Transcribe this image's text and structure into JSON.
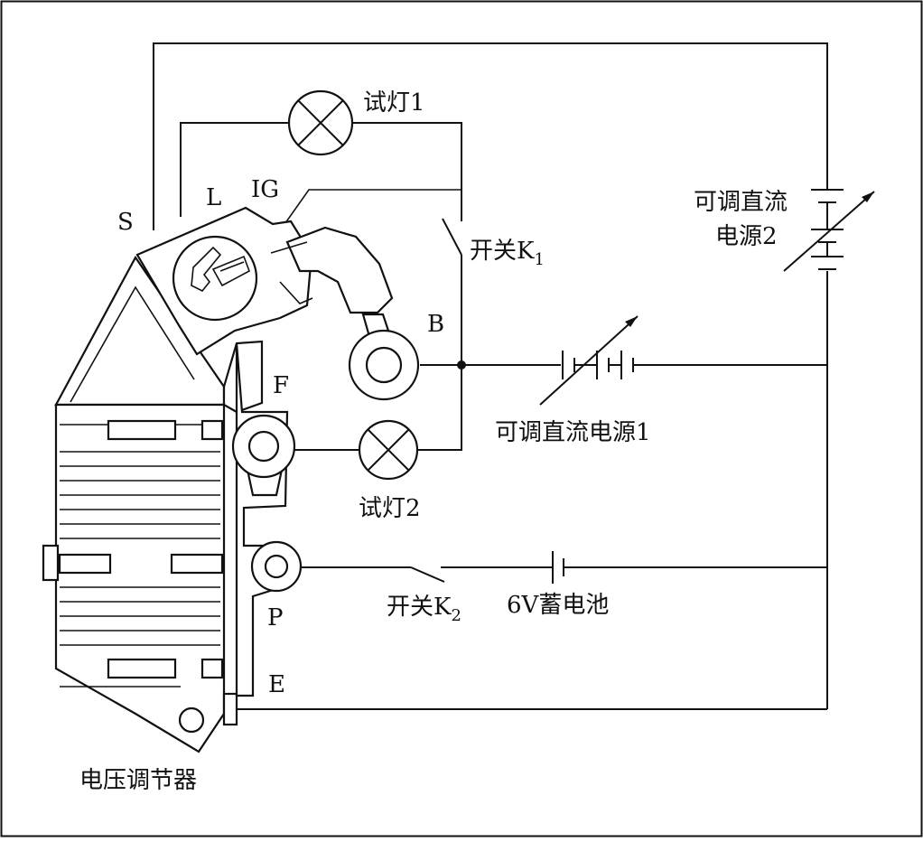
{
  "diagram": {
    "colors": {
      "line": "#111111",
      "background": "#ffffff"
    },
    "labels": {
      "lamp1": "试灯1",
      "lamp2": "试灯2",
      "switch_k1": "开关K",
      "switch_k1_sub": "1",
      "switch_k2": "开关K",
      "switch_k2_sub": "2",
      "psu1": "可调直流电源1",
      "psu2_line1": "可调直流",
      "psu2_line2": "电源2",
      "battery": "6V蓄电池",
      "regulator": "电压调节器"
    },
    "terminals": {
      "s": "S",
      "l": "L",
      "ig": "IG",
      "b": "B",
      "f": "F",
      "p": "P",
      "e": "E"
    }
  }
}
